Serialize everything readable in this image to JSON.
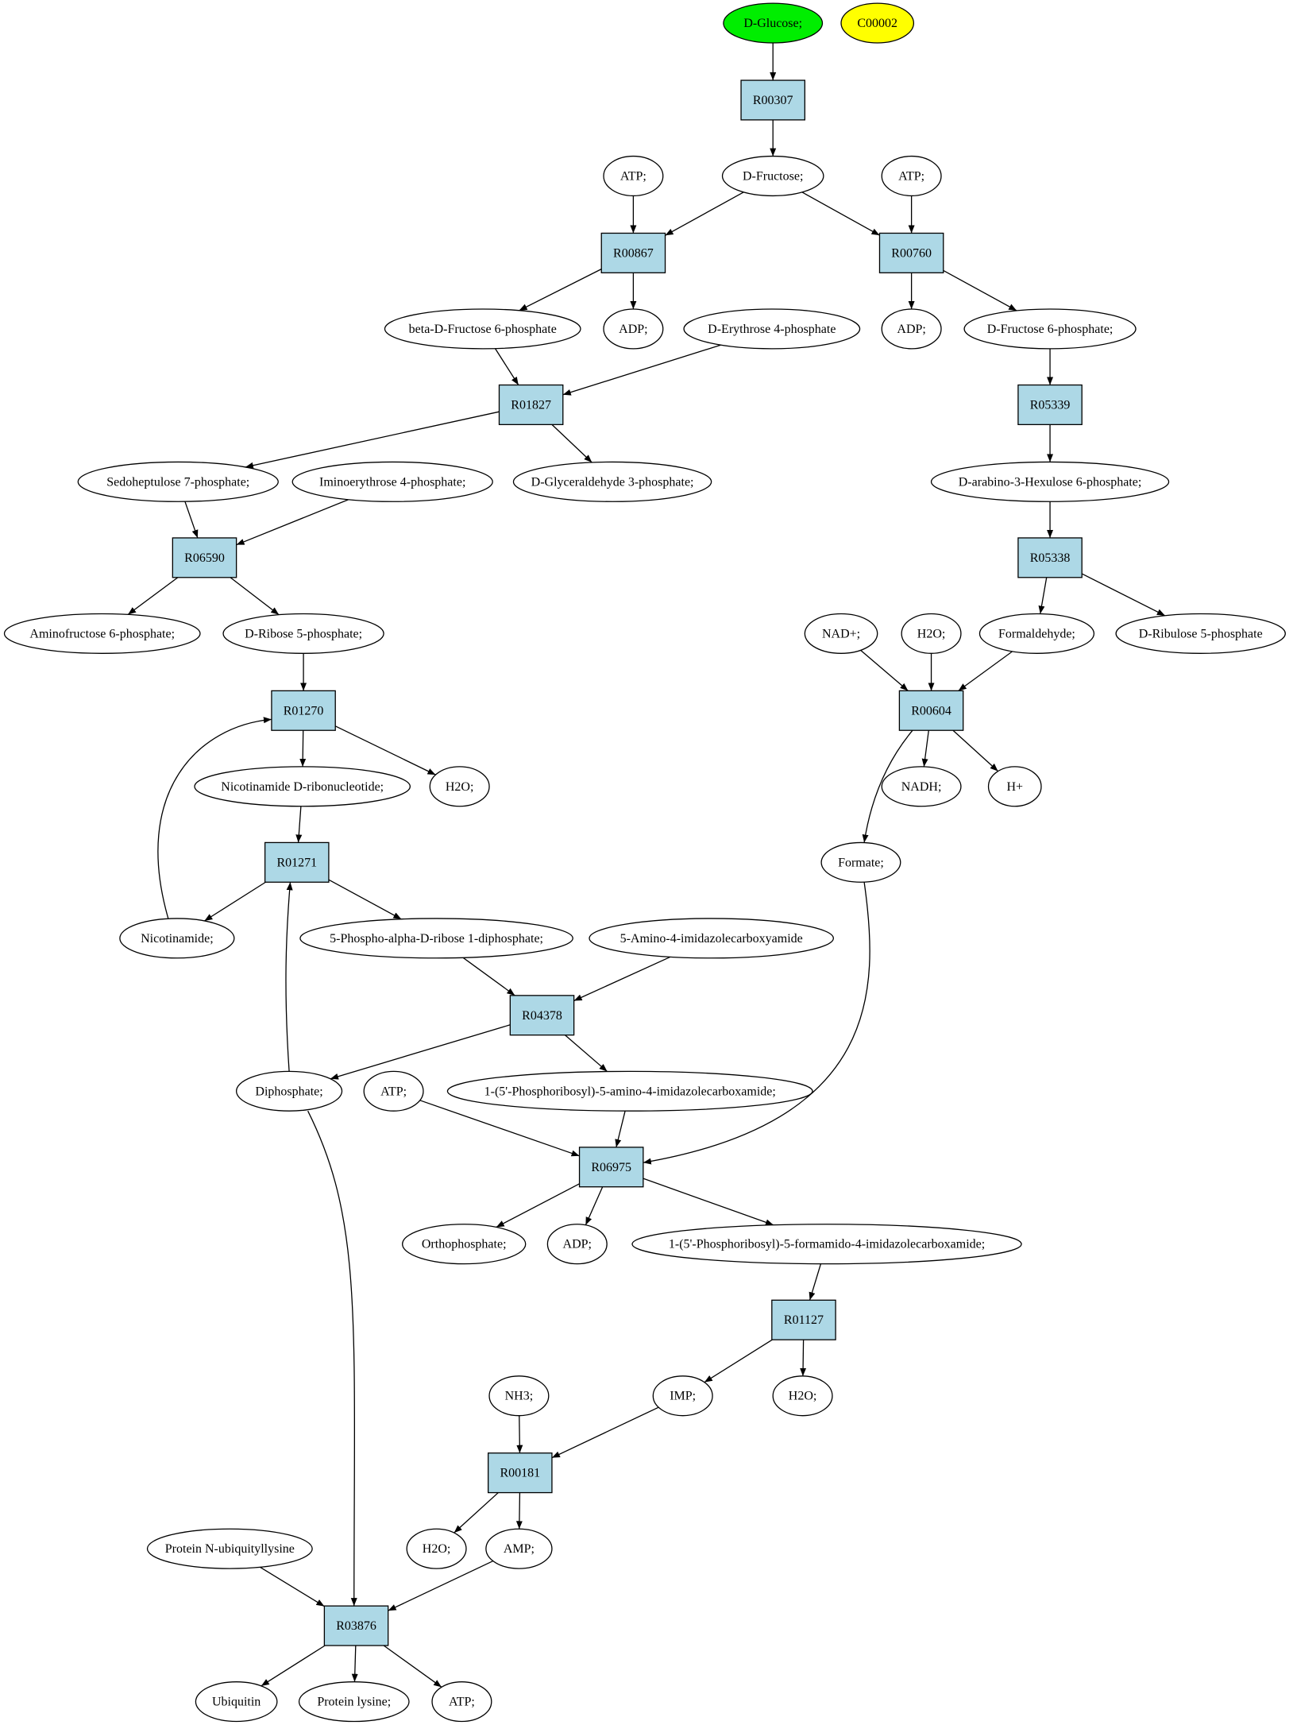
{
  "colors": {
    "start_compound": "#00ee00",
    "target_compound": "#ffff00",
    "compound": "#ffffff",
    "reaction": "#add8e6"
  },
  "compounds": {
    "c_dglucose": "D-Glucose;",
    "c_c00002": "C00002",
    "c_atp1": "ATP;",
    "c_dfructose": "D-Fructose;",
    "c_atp2": "ATP;",
    "c_bdf6p": "beta-D-Fructose 6-phosphate",
    "c_adp1": "ADP;",
    "c_e4p": "D-Erythrose 4-phosphate",
    "c_adp2": "ADP;",
    "c_df6p": "D-Fructose 6-phosphate;",
    "c_s7p": "Sedoheptulose 7-phosphate;",
    "c_ie4p": "Iminoerythrose 4-phosphate;",
    "c_g3p": "D-Glyceraldehyde 3-phosphate;",
    "c_ah6p": "D-arabino-3-Hexulose 6-phosphate;",
    "c_af6p": "Aminofructose 6-phosphate;",
    "c_r5p": "D-Ribose 5-phosphate;",
    "c_nad": "NAD+;",
    "c_h2o1": "H2O;",
    "c_formaldehyde": "Formaldehyde;",
    "c_ru5p": "D-Ribulose 5-phosphate",
    "c_nmn": "Nicotinamide D-ribonucleotide;",
    "c_h2o2": "H2O;",
    "c_nadh": "NADH;",
    "c_hplus": "H+",
    "c_formate": "Formate;",
    "c_nicotinamide": "Nicotinamide;",
    "c_prpp": "5-Phospho-alpha-D-ribose 1-diphosphate;",
    "c_aica": "5-Amino-4-imidazolecarboxyamide",
    "c_diphosphate": "Diphosphate;",
    "c_atp3": "ATP;",
    "c_aicar": "1-(5'-Phosphoribosyl)-5-amino-4-imidazolecarboxamide;",
    "c_orthophosphate": "Orthophosphate;",
    "c_adp3": "ADP;",
    "c_faicar": "1-(5'-Phosphoribosyl)-5-formamido-4-imidazolecarboxamide;",
    "c_nh3": "NH3;",
    "c_imp": "IMP;",
    "c_h2o3": "H2O;",
    "c_h2o4": "H2O;",
    "c_amp": "AMP;",
    "c_pnul": "Protein N-ubiquityllysine",
    "c_ubiquitin": "Ubiquitin",
    "c_plysine": "Protein lysine;",
    "c_atp4": "ATP;"
  },
  "reactions": {
    "r_R00307": "R00307",
    "r_R00867": "R00867",
    "r_R00760": "R00760",
    "r_R01827": "R01827",
    "r_R05339": "R05339",
    "r_R06590": "R06590",
    "r_R05338": "R05338",
    "r_R01270": "R01270",
    "r_R00604": "R00604",
    "r_R01271": "R01271",
    "r_R04378": "R04378",
    "r_R06975": "R06975",
    "r_R01127": "R01127",
    "r_R00181": "R00181",
    "r_R03876": "R03876"
  },
  "edges": [
    [
      "c_dglucose",
      "r_R00307"
    ],
    [
      "r_R00307",
      "c_dfructose"
    ],
    [
      "c_atp1",
      "r_R00867"
    ],
    [
      "c_dfructose",
      "r_R00867"
    ],
    [
      "c_dfructose",
      "r_R00760"
    ],
    [
      "c_atp2",
      "r_R00760"
    ],
    [
      "r_R00867",
      "c_bdf6p"
    ],
    [
      "r_R00867",
      "c_adp1"
    ],
    [
      "r_R00760",
      "c_adp2"
    ],
    [
      "r_R00760",
      "c_df6p"
    ],
    [
      "c_bdf6p",
      "r_R01827"
    ],
    [
      "c_e4p",
      "r_R01827"
    ],
    [
      "c_df6p",
      "r_R05339"
    ],
    [
      "r_R01827",
      "c_s7p"
    ],
    [
      "r_R01827",
      "c_g3p"
    ],
    [
      "r_R05339",
      "c_ah6p"
    ],
    [
      "c_s7p",
      "r_R06590"
    ],
    [
      "c_ie4p",
      "r_R06590"
    ],
    [
      "c_ah6p",
      "r_R05338"
    ],
    [
      "r_R06590",
      "c_af6p"
    ],
    [
      "r_R06590",
      "c_r5p"
    ],
    [
      "r_R05338",
      "c_formaldehyde"
    ],
    [
      "r_R05338",
      "c_ru5p"
    ],
    [
      "c_r5p",
      "r_R01270"
    ],
    [
      "c_nad",
      "r_R00604"
    ],
    [
      "c_h2o1",
      "r_R00604"
    ],
    [
      "c_formaldehyde",
      "r_R00604"
    ],
    [
      "r_R01270",
      "c_nmn"
    ],
    [
      "r_R01270",
      "c_h2o2"
    ],
    [
      "r_R00604",
      "c_nadh"
    ],
    [
      "r_R00604",
      "c_hplus"
    ],
    [
      "r_R00604",
      "c_formate"
    ],
    [
      "c_nmn",
      "r_R01271"
    ],
    [
      "r_R01271",
      "c_nicotinamide"
    ],
    [
      "r_R01271",
      "c_prpp"
    ],
    [
      "c_nicotinamide",
      "r_R01270"
    ],
    [
      "c_prpp",
      "r_R04378"
    ],
    [
      "c_aica",
      "r_R04378"
    ],
    [
      "r_R04378",
      "c_diphosphate"
    ],
    [
      "r_R04378",
      "c_aicar"
    ],
    [
      "c_diphosphate",
      "r_R01271"
    ],
    [
      "c_atp3",
      "r_R06975"
    ],
    [
      "c_aicar",
      "r_R06975"
    ],
    [
      "c_formate",
      "r_R06975"
    ],
    [
      "r_R06975",
      "c_orthophosphate"
    ],
    [
      "r_R06975",
      "c_adp3"
    ],
    [
      "r_R06975",
      "c_faicar"
    ],
    [
      "c_faicar",
      "r_R01127"
    ],
    [
      "r_R01127",
      "c_imp"
    ],
    [
      "r_R01127",
      "c_h2o3"
    ],
    [
      "c_nh3",
      "r_R00181"
    ],
    [
      "c_imp",
      "r_R00181"
    ],
    [
      "r_R00181",
      "c_h2o4"
    ],
    [
      "r_R00181",
      "c_amp"
    ],
    [
      "c_pnul",
      "r_R03876"
    ],
    [
      "c_amp",
      "r_R03876"
    ],
    [
      "c_diphosphate",
      "r_R03876"
    ],
    [
      "r_R03876",
      "c_ubiquitin"
    ],
    [
      "r_R03876",
      "c_plysine"
    ],
    [
      "r_R03876",
      "c_atp4"
    ]
  ]
}
